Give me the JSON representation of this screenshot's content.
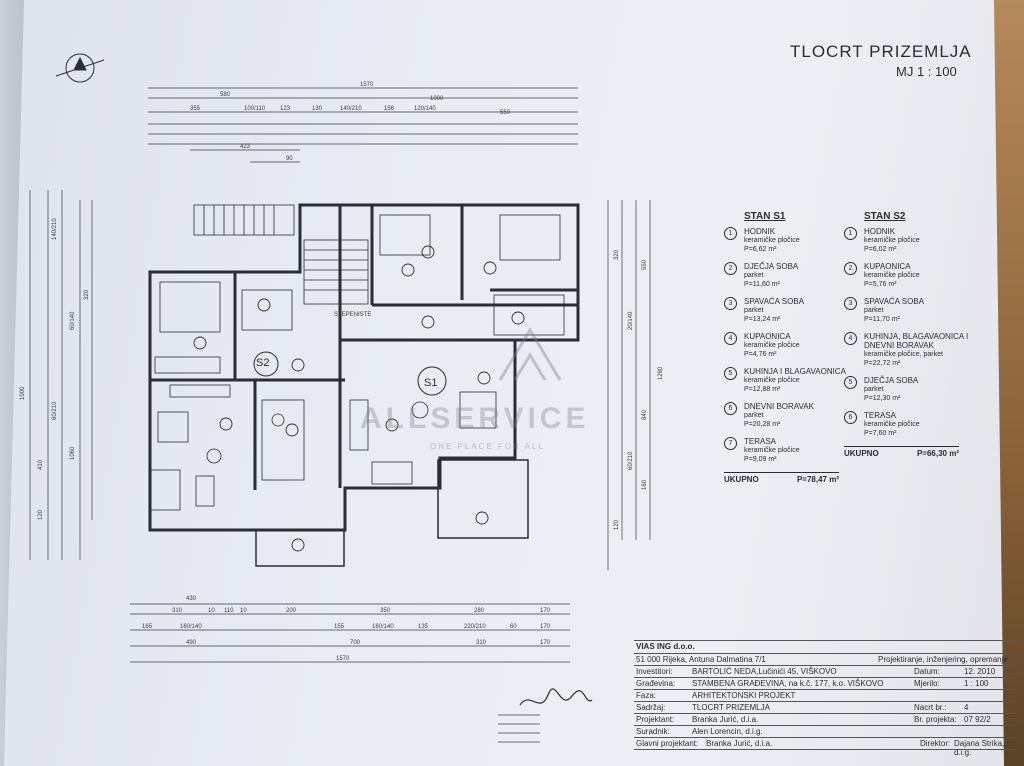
{
  "header": {
    "title": "TLOCRT PRIZEMLJA",
    "scale": "MJ 1 : 100"
  },
  "plan": {
    "unit_labels": [
      "S1",
      "S2"
    ],
    "stair_label": "STEPENISTE",
    "top_dims": [
      "1570",
      "580",
      "1000",
      "355",
      "100/110",
      "123",
      "130",
      "140/210",
      "156",
      "120/140",
      "550",
      "423",
      "90"
    ],
    "bottom_dims": [
      "430",
      "310",
      "10",
      "110",
      "10",
      "200",
      "350",
      "280",
      "170",
      "165",
      "160/140",
      "155",
      "160/140",
      "135",
      "220/210",
      "60",
      "170",
      "490",
      "700",
      "310",
      "170",
      "1570"
    ],
    "left_dims": [
      "1000",
      "410",
      "120",
      "60/210",
      "140/210",
      "60/140",
      "320",
      "1060"
    ],
    "right_dims": [
      "1280",
      "840",
      "160",
      "120",
      "60/210",
      "20/140",
      "320",
      "550"
    ]
  },
  "legend_s1": {
    "title": "STAN S1",
    "rooms": [
      {
        "num": "1",
        "name": "HODNIK",
        "mat": "keramičke pločice",
        "area": "P=6,62 m²"
      },
      {
        "num": "2",
        "name": "DJEČJA SOBA",
        "mat": "parket",
        "area": "P=11,60 m²"
      },
      {
        "num": "3",
        "name": "SPAVAĆA SOBA",
        "mat": "parket",
        "area": "P=13,24 m²"
      },
      {
        "num": "4",
        "name": "KUPAONICA",
        "mat": "keramičke pločice",
        "area": "P=4,76 m²"
      },
      {
        "num": "5",
        "name": "KUHINJA I BLAGAVAONICA",
        "mat": "keramičke pločice",
        "area": "P=12,88 m²"
      },
      {
        "num": "6",
        "name": "DNEVNI BORAVAK",
        "mat": "parket",
        "area": "P=20,28 m²"
      },
      {
        "num": "7",
        "name": "TERASA",
        "mat": "keramičke pločice",
        "area": "P=9,09 m²"
      }
    ],
    "total_label": "UKUPNO",
    "total_value": "P=78,47 m²"
  },
  "legend_s2": {
    "title": "STAN S2",
    "rooms": [
      {
        "num": "1",
        "name": "HODNIK",
        "mat": "keramičke pločice",
        "area": "P=6,02 m²"
      },
      {
        "num": "2",
        "name": "KUPAONICA",
        "mat": "keramičke pločice",
        "area": "P=5,76 m²"
      },
      {
        "num": "3",
        "name": "SPAVAĆA SOBA",
        "mat": "parket",
        "area": "P=11,70 m²"
      },
      {
        "num": "4",
        "name": "KUHINJA, BLAGAVAONICA I DNEVNI BORAVAK",
        "mat": "keramičke pločice, parket",
        "area": "P=22,72 m²"
      },
      {
        "num": "5",
        "name": "DJEČJA SOBA",
        "mat": "parket",
        "area": "P=12,30 m²"
      },
      {
        "num": "6",
        "name": "TERASA",
        "mat": "keramičke pločice",
        "area": "P=7,60 m²"
      }
    ],
    "total_label": "UKUPNO",
    "total_value": "P=66,30 m²"
  },
  "titleblock": {
    "company": "VIAS ING d.o.o.",
    "address": "51 000 Rijeka, Antuna Dalmatina 7/1",
    "services": "Projektiranje, inženjering, opremanje",
    "rows": [
      {
        "k": "Investitori:",
        "v": "BARTOLIĆ NEDA,Lučinići 45, VIŠKOVO",
        "rk": "Datum:",
        "rv": "12. 2010"
      },
      {
        "k": "Građevina:",
        "v": "STAMBENA GRAĐEVINA, na k.č. 177, k.o. VIŠKOVO",
        "rk": "Mjerilo:",
        "rv": "1 : 100"
      },
      {
        "k": "Faza:",
        "v": "ARHITEKTONSKI PROJEKT",
        "rk": "",
        "rv": ""
      },
      {
        "k": "Sadržaj:",
        "v": "TLOCRT PRIZEMLJA",
        "rk": "Nacrt br.:",
        "rv": "4"
      },
      {
        "k": "Projektant:",
        "v": "Branka Jurić, d.i.a.",
        "rk": "Br. projekta:",
        "rv": "07 92/2"
      },
      {
        "k": "Suradnik:",
        "v": "Alen Lorencin, d.i.g.",
        "rk": "",
        "rv": ""
      },
      {
        "k": "Glavni projektant:",
        "v": "Branka Jurić, d.i.a.",
        "rk": "Direktor:",
        "rv": "Dajana Strika, d.i.g."
      }
    ]
  },
  "watermark": {
    "main": "ALLSERVICE",
    "sub": "ONE PLACE FOR ALL"
  }
}
